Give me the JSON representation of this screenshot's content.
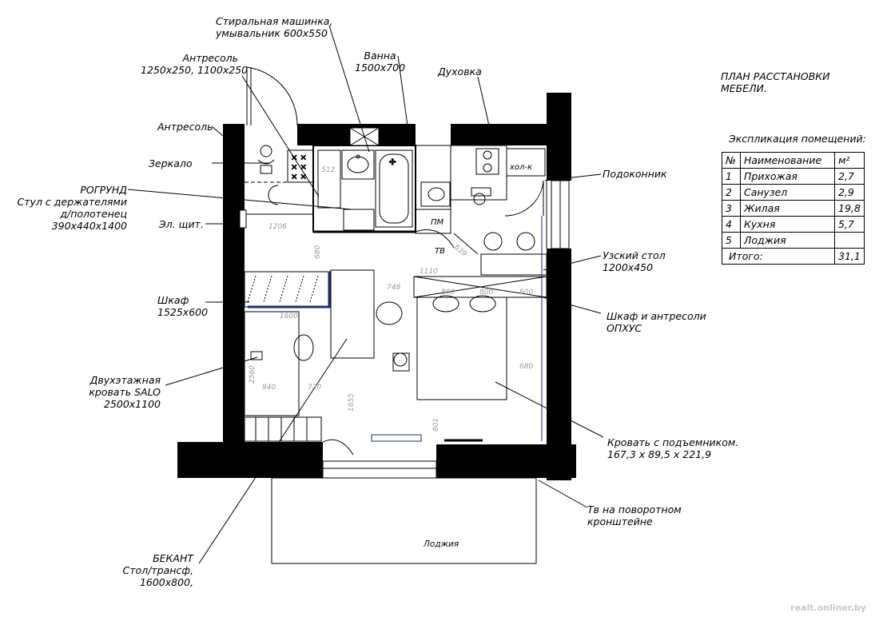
{
  "title": "ПЛАН РАССТАНОВКИ МЕБЕЛИ.",
  "explication": {
    "title": "Экспликация помещений:",
    "headers": [
      "№",
      "Наименование",
      "м²"
    ],
    "rows": [
      {
        "n": "1",
        "name": "Прихожая",
        "area": "2,7"
      },
      {
        "n": "2",
        "name": "Санузел",
        "area": "2,9"
      },
      {
        "n": "3",
        "name": "Жилая",
        "area": "19,8"
      },
      {
        "n": "4",
        "name": "Кухня",
        "area": "5,7"
      },
      {
        "n": "5",
        "name": "Лоджия",
        "area": ""
      }
    ],
    "total_label": "Итого:",
    "total_value": "31,1"
  },
  "labels": {
    "washer": "Стиральная машинка,\nумывальник 600х550",
    "bath": "Ванна\n1500х700",
    "oven": "Духовка",
    "mezzanine_top": "Антресоль\n1250х250, 1100х250",
    "mezzanine": "Антресоль",
    "mirror": "Зеркало",
    "rogrund": "РОГРУНД\nСтул с держателями\nд/полотенец\n390х440х1400",
    "panel": "Эл. щит.",
    "wardrobe": "Шкаф\n1525х600",
    "bunk": "Двухэтажная\nкровать SALO\n2500х1100",
    "bekant": "БЕКАНТ\nСтол/трансф,\n1600х800,",
    "sill": "Подоконник",
    "narrow_table": "Узский стол\n1200х450",
    "cabinet": "Шкаф и антресоли\nОПХУС",
    "lift_bed": "Кровать с подъемником.\n167,3 х 89,5 х 221,9",
    "tv_bracket": "Тв на поворотном\nкронштейне",
    "loggia": "Лоджия"
  },
  "tags": {
    "fridge": "хол-к",
    "dishwasher": "ПМ",
    "tv": "ТВ"
  },
  "dimensions": [
    "1206",
    "680",
    "748",
    "1110",
    "639",
    "1600",
    "800",
    "800",
    "600",
    "680",
    "2560",
    "940",
    "720",
    "1655",
    "801",
    "512"
  ],
  "watermark": "realt.onliner.by"
}
